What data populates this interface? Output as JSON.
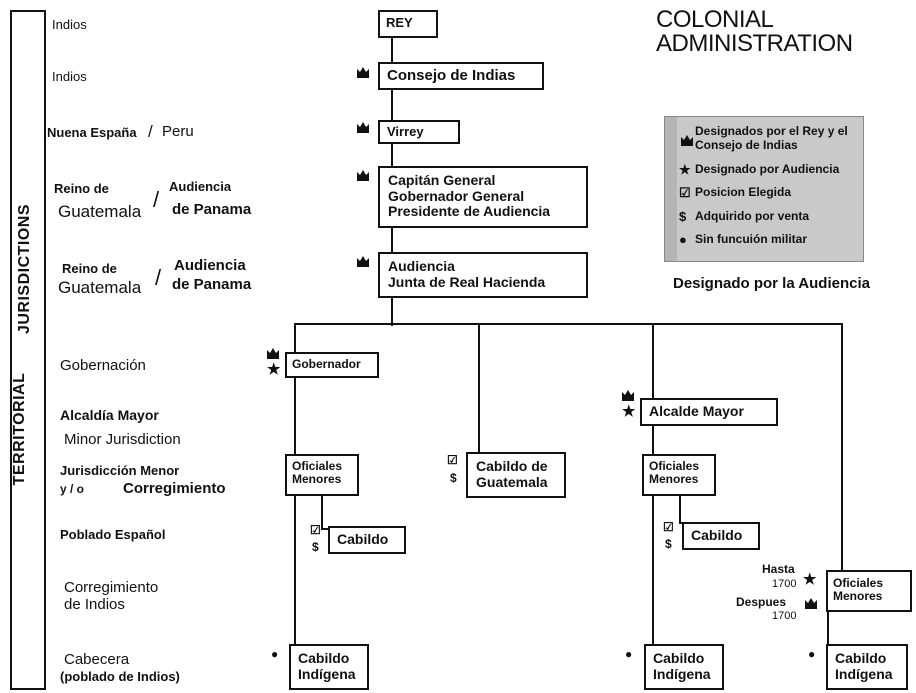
{
  "title": {
    "line1": "COLONIAL",
    "line2": "ADMINISTRATION"
  },
  "side_labels": {
    "territorial": "TERRITORIAL",
    "jurisdictions": "JURISDICTIONS"
  },
  "levels": {
    "indios1": "Indios",
    "indios2": "Indios",
    "nueva_espana": "Nuena España",
    "peru": "Peru",
    "reino1": "Reino de",
    "guatemala1": "Guatemala",
    "audiencia1": "Audiencia",
    "panama1": "de Panama",
    "reino2": "Reino de",
    "guatemala2": "Guatemala",
    "audiencia2": "Audiencia",
    "panama2": "de Panama",
    "gobernacion": "Gobernación",
    "alcaldia": "Alcaldía Mayor",
    "minor": "Minor Jurisdiction",
    "jurisdiccion_menor": "Jurisdicción Menor",
    "yo": "y / o",
    "corregimiento": "Corregimiento",
    "poblado": "Poblado Español",
    "corregimiento_indios1": "Corregimiento",
    "corregimiento_indios2": "de Indios",
    "cabecera": "Cabecera",
    "poblado_indios": "(poblado de Indios)"
  },
  "boxes": {
    "rey": "REY",
    "consejo": "Consejo de Indias",
    "virrey": "Virrey",
    "capitan1": "Capitán General",
    "capitan2": "Gobernador General",
    "capitan3": "Presidente de Audiencia",
    "audiencia1": "Audiencia",
    "audiencia2": "Junta de Real Hacienda",
    "gobernador": "Gobernador",
    "alcalde": "Alcalde Mayor",
    "oficiales1": "Oficiales",
    "oficiales2": "Menores",
    "cabildo_guat1": "Cabildo de",
    "cabildo_guat2": "Guatemala",
    "cabildo": "Cabildo",
    "cabildo_ind1": "Cabildo",
    "cabildo_ind2": "Indígena"
  },
  "legend": {
    "crown": "Designados por el Rey y el Consejo de Indias",
    "star": "Designado por Audiencia",
    "check": "Posicion Elegida",
    "dollar": "Adquirido por venta",
    "dot": "Sin funcuión militar"
  },
  "legend_caption": "Designado por la Audiencia",
  "annotations": {
    "hasta": "Hasta",
    "hasta_year": "1700",
    "despues": "Despues",
    "despues_year": "1700"
  }
}
